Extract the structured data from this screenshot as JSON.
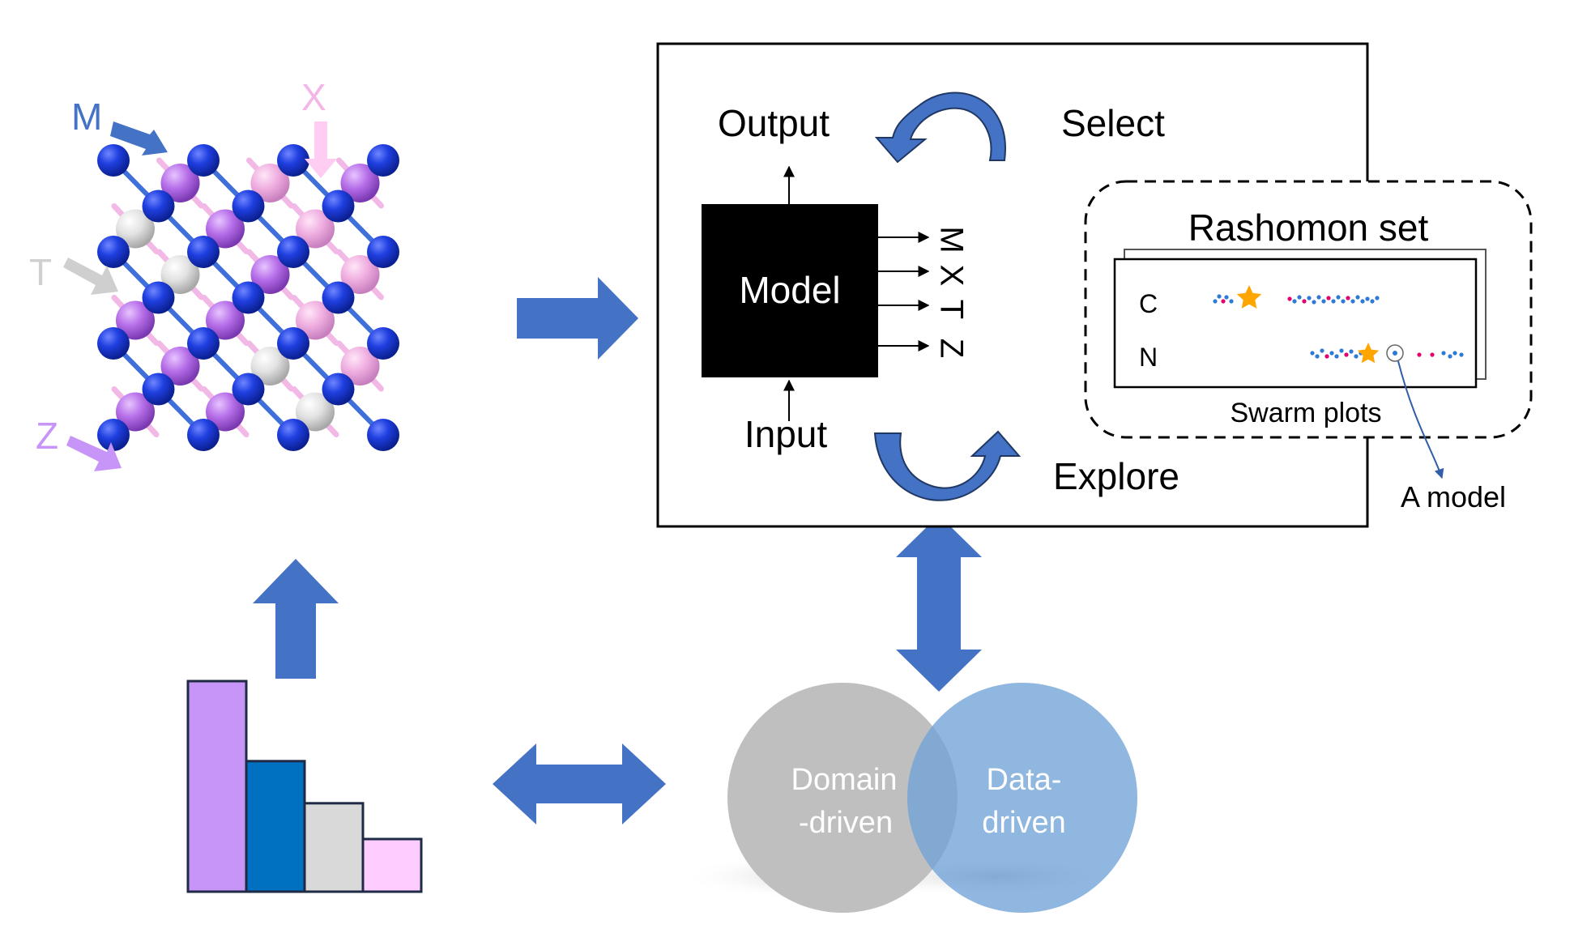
{
  "crystal": {
    "labels": {
      "m": "M",
      "x": "X",
      "t": "T",
      "z": "Z"
    }
  },
  "model_box": {
    "model_label": "Model",
    "output_label": "Output",
    "input_label": "Input",
    "select_label": "Select",
    "explore_label": "Explore",
    "outputs": [
      "M",
      "X",
      "T",
      "Z"
    ]
  },
  "rashomon": {
    "title": "Rashomon set",
    "rows": [
      "C",
      "N"
    ],
    "caption": "Swarm plots",
    "annotation": "A model"
  },
  "venn": {
    "left_line1": "Domain",
    "left_line2": "-driven",
    "right_line1": "Data-",
    "right_line2": "driven"
  },
  "bar_chart": {
    "values": [
      1.0,
      0.62,
      0.42,
      0.25
    ],
    "colors": [
      "#c794f7",
      "#0070c0",
      "#d9d9d9",
      "#ffccff"
    ]
  },
  "colors": {
    "arrow_blue": "#4472c4",
    "atom_m": "#1a3de0",
    "atom_x": "#f4b6e6",
    "atom_t": "#e6e6e6",
    "atom_z": "#b36be8",
    "star": "#ffa500",
    "dot_blue": "#2e7ad6",
    "dot_pink": "#e0006e"
  }
}
